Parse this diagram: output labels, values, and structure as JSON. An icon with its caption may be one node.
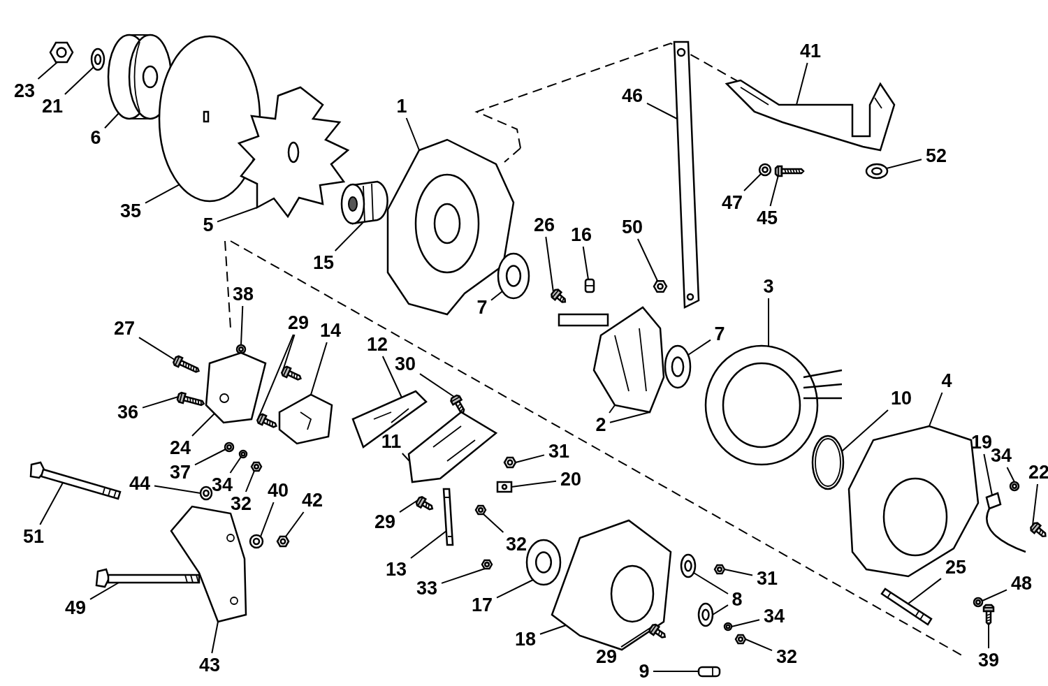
{
  "diagram": {
    "nodes": [
      {
        "text": [
          "23"
        ]
      },
      {
        "text": [
          "21"
        ]
      },
      {
        "text": [
          "6"
        ]
      },
      {
        "text": [
          "35"
        ]
      },
      {
        "text": [
          "5"
        ]
      },
      {
        "text": [
          "15"
        ]
      },
      {
        "text": [
          "1"
        ]
      },
      {
        "text": [
          "46"
        ]
      },
      {
        "text": [
          "41"
        ]
      },
      {
        "text": [
          "47"
        ]
      },
      {
        "text": [
          "45"
        ]
      },
      {
        "text": [
          "52"
        ]
      },
      {
        "text": [
          "26"
        ]
      },
      {
        "text": [
          "16"
        ]
      },
      {
        "text": [
          "50"
        ]
      },
      {
        "text": [
          "3"
        ]
      },
      {
        "text": [
          "7"
        ]
      },
      {
        "text": [
          "7"
        ]
      },
      {
        "text": [
          "2"
        ]
      },
      {
        "text": [
          "38"
        ]
      },
      {
        "text": [
          "27"
        ]
      },
      {
        "text": [
          "29"
        ]
      },
      {
        "text": [
          "14"
        ]
      },
      {
        "text": [
          "12"
        ]
      },
      {
        "text": [
          "30"
        ]
      },
      {
        "text": [
          "36"
        ]
      },
      {
        "text": [
          "24"
        ]
      },
      {
        "text": [
          "37"
        ]
      },
      {
        "text": [
          "34"
        ]
      },
      {
        "text": [
          "32"
        ]
      },
      {
        "text": [
          "11"
        ]
      },
      {
        "text": [
          "31"
        ]
      },
      {
        "text": [
          "20"
        ]
      },
      {
        "text": [
          "10"
        ]
      },
      {
        "text": [
          "4"
        ]
      },
      {
        "text": [
          "19"
        ]
      },
      {
        "text": [
          "34"
        ]
      },
      {
        "text": [
          "22"
        ]
      },
      {
        "text": [
          "51"
        ]
      },
      {
        "text": [
          "44"
        ]
      },
      {
        "text": [
          "40"
        ]
      },
      {
        "text": [
          "42"
        ]
      },
      {
        "text": [
          "29"
        ]
      },
      {
        "text": [
          "32"
        ]
      },
      {
        "text": [
          "13"
        ]
      },
      {
        "text": [
          "33"
        ]
      },
      {
        "text": [
          "17"
        ]
      },
      {
        "text": [
          "31"
        ]
      },
      {
        "text": [
          "8"
        ]
      },
      {
        "text": [
          "34"
        ]
      },
      {
        "text": [
          "32"
        ]
      },
      {
        "text": [
          "25"
        ]
      },
      {
        "text": [
          "48"
        ]
      },
      {
        "text": [
          "49"
        ]
      },
      {
        "text": [
          "43"
        ]
      },
      {
        "text": [
          "18"
        ]
      },
      {
        "text": [
          "29"
        ]
      },
      {
        "text": [
          "9"
        ]
      },
      {
        "text": [
          "39"
        ]
      },
      {
        "text": [],
        "shape": "picture"
      },
      {
        "text": [],
        "shape": "picture"
      },
      {
        "text": [],
        "shape": "picture"
      },
      {
        "text": [],
        "shape": "picture"
      },
      {
        "text": [],
        "shape": "picture"
      },
      {
        "text": [],
        "shape": "picture"
      },
      {
        "text": [],
        "shape": "picture"
      },
      {
        "text": [],
        "shape": "picture"
      },
      {
        "text": [],
        "shape": "picture"
      },
      {
        "text": [],
        "shape": "picture"
      },
      {
        "text": [],
        "shape": "picture"
      },
      {
        "text": [],
        "shape": "picture"
      },
      {
        "text": [],
        "shape": "picture"
      },
      {
        "text": [],
        "shape": "picture"
      },
      {
        "text": [],
        "shape": "picture"
      },
      {
        "text": [],
        "shape": "picture"
      },
      {
        "text": [],
        "shape": "picture"
      },
      {
        "text": [],
        "shape": "picture"
      },
      {
        "text": [],
        "shape": "picture"
      },
      {
        "text": [],
        "shape": "picture"
      },
      {
        "text": [],
        "shape": "picture"
      },
      {
        "text": [],
        "shape": "picture"
      },
      {
        "text": [],
        "shape": "picture"
      },
      {
        "text": [],
        "shape": "picture"
      },
      {
        "text": [],
        "shape": "picture"
      },
      {
        "text": [],
        "shape": "picture"
      },
      {
        "text": [],
        "shape": "picture"
      },
      {
        "text": [],
        "shape": "picture"
      },
      {
        "text": [],
        "shape": "picture"
      },
      {
        "text": [],
        "shape": "picture"
      },
      {
        "text": [],
        "shape": "picture"
      },
      {
        "text": [],
        "shape": "picture"
      },
      {
        "text": [],
        "shape": "picture"
      },
      {
        "text": [],
        "shape": "picture"
      },
      {
        "text": [],
        "shape": "picture"
      },
      {
        "text": [],
        "shape": "picture"
      },
      {
        "text": [],
        "shape": "picture"
      },
      {
        "text": [],
        "shape": "picture"
      },
      {
        "text": [],
        "shape": "picture"
      },
      {
        "text": [],
        "shape": "picture"
      },
      {
        "text": [],
        "shape": "picture"
      },
      {
        "text": [],
        "shape": "picture"
      },
      {
        "text": [],
        "shape": "picture"
      },
      {
        "text": [],
        "shape": "picture"
      },
      {
        "text": [],
        "shape": "picture"
      },
      {
        "text": [],
        "shape": "picture"
      },
      {
        "text": [],
        "shape": "picture"
      },
      {
        "text": [],
        "shape": "picture"
      },
      {
        "text": [],
        "shape": "picture"
      },
      {
        "text": [],
        "shape": "picture"
      },
      {
        "text": [],
        "shape": "picture"
      },
      {
        "text": [],
        "shape": "picture"
      },
      {
        "text": [],
        "shape": "picture"
      },
      {
        "text": [],
        "shape": "picture"
      },
      {
        "text": [],
        "shape": "picture"
      },
      {
        "text": [],
        "shape": "picture"
      },
      {
        "text": [],
        "shape": "picture"
      },
      {
        "text": [],
        "shape": "picture"
      },
      {
        "text": [],
        "shape": "picture"
      },
      {
        "text": [],
        "shape": "picture"
      },
      {
        "text": [],
        "shape": "picture"
      }
    ],
    "edges": [
      {
        "from": 0,
        "to": 59,
        "arrow": "none"
      },
      {
        "from": 1,
        "to": 60,
        "arrow": "none"
      },
      {
        "from": 2,
        "to": 61,
        "arrow": "none"
      },
      {
        "from": 3,
        "to": 62,
        "arrow": "none"
      },
      {
        "from": 4,
        "to": 63,
        "arrow": "none"
      },
      {
        "from": 5,
        "to": 64,
        "arrow": "none"
      },
      {
        "from": 6,
        "to": 65,
        "arrow": "none"
      },
      {
        "from": 7,
        "to": 66,
        "arrow": "none"
      },
      {
        "from": 8,
        "to": 67,
        "arrow": "none"
      },
      {
        "from": 9,
        "to": 68,
        "arrow": "none"
      },
      {
        "from": 10,
        "to": 69,
        "arrow": "none"
      },
      {
        "from": 11,
        "to": 70,
        "arrow": "none"
      },
      {
        "from": 12,
        "to": 71,
        "arrow": "none"
      },
      {
        "from": 13,
        "to": 72,
        "arrow": "none"
      },
      {
        "from": 14,
        "to": 73,
        "arrow": "none"
      },
      {
        "from": 15,
        "to": 74,
        "arrow": "none"
      },
      {
        "from": 16,
        "to": 75,
        "arrow": "none"
      },
      {
        "from": 17,
        "to": 76,
        "arrow": "none"
      },
      {
        "from": 18,
        "to": 77,
        "arrow": "none"
      },
      {
        "from": 18,
        "to": 77,
        "arrow": "none"
      },
      {
        "from": 19,
        "to": 78,
        "arrow": "none"
      },
      {
        "from": 20,
        "to": 79,
        "arrow": "none"
      },
      {
        "from": 21,
        "to": 80,
        "arrow": "none"
      },
      {
        "from": 21,
        "to": 81,
        "arrow": "none"
      },
      {
        "from": 22,
        "to": 82,
        "arrow": "none"
      },
      {
        "from": 23,
        "to": 83,
        "arrow": "none"
      },
      {
        "from": 24,
        "to": 84,
        "arrow": "none"
      },
      {
        "from": 25,
        "to": 85,
        "arrow": "none"
      },
      {
        "from": 26,
        "to": 86,
        "arrow": "none"
      },
      {
        "from": 27,
        "to": 87,
        "arrow": "none"
      },
      {
        "from": 28,
        "to": 88,
        "arrow": "none"
      },
      {
        "from": 29,
        "to": 89,
        "arrow": "none"
      },
      {
        "from": 30,
        "to": 90,
        "arrow": "none"
      },
      {
        "from": 31,
        "to": 91,
        "arrow": "none"
      },
      {
        "from": 32,
        "to": 92,
        "arrow": "none"
      },
      {
        "from": 33,
        "to": 93,
        "arrow": "none"
      },
      {
        "from": 34,
        "to": 94,
        "arrow": "none"
      },
      {
        "from": 35,
        "to": 95,
        "arrow": "none"
      },
      {
        "from": 36,
        "to": 96,
        "arrow": "none"
      },
      {
        "from": 37,
        "to": 97,
        "arrow": "none"
      },
      {
        "from": 38,
        "to": 98,
        "arrow": "none"
      },
      {
        "from": 39,
        "to": 99,
        "arrow": "none"
      },
      {
        "from": 40,
        "to": 100,
        "arrow": "none"
      },
      {
        "from": 41,
        "to": 101,
        "arrow": "none"
      },
      {
        "from": 42,
        "to": 102,
        "arrow": "none"
      },
      {
        "from": 43,
        "to": 103,
        "arrow": "none"
      },
      {
        "from": 44,
        "to": 104,
        "arrow": "none"
      },
      {
        "from": 45,
        "to": 105,
        "arrow": "none"
      },
      {
        "from": 46,
        "to": 106,
        "arrow": "none"
      },
      {
        "from": 47,
        "to": 107,
        "arrow": "none"
      },
      {
        "from": 48,
        "to": 108,
        "arrow": "none"
      },
      {
        "from": 48,
        "to": 109,
        "arrow": "none"
      },
      {
        "from": 49,
        "to": 110,
        "arrow": "none"
      },
      {
        "from": 50,
        "to": 111,
        "arrow": "none"
      },
      {
        "from": 51,
        "to": 112,
        "arrow": "none"
      },
      {
        "from": 52,
        "to": 113,
        "arrow": "none"
      },
      {
        "from": 53,
        "to": 114,
        "arrow": "none"
      },
      {
        "from": 54,
        "to": 115,
        "arrow": "none"
      },
      {
        "from": 55,
        "to": 116,
        "arrow": "none"
      },
      {
        "from": 56,
        "to": 117,
        "arrow": "none"
      },
      {
        "from": 57,
        "to": 118,
        "arrow": "none"
      },
      {
        "from": 58,
        "to": 119,
        "arrow": "none"
      }
    ]
  }
}
